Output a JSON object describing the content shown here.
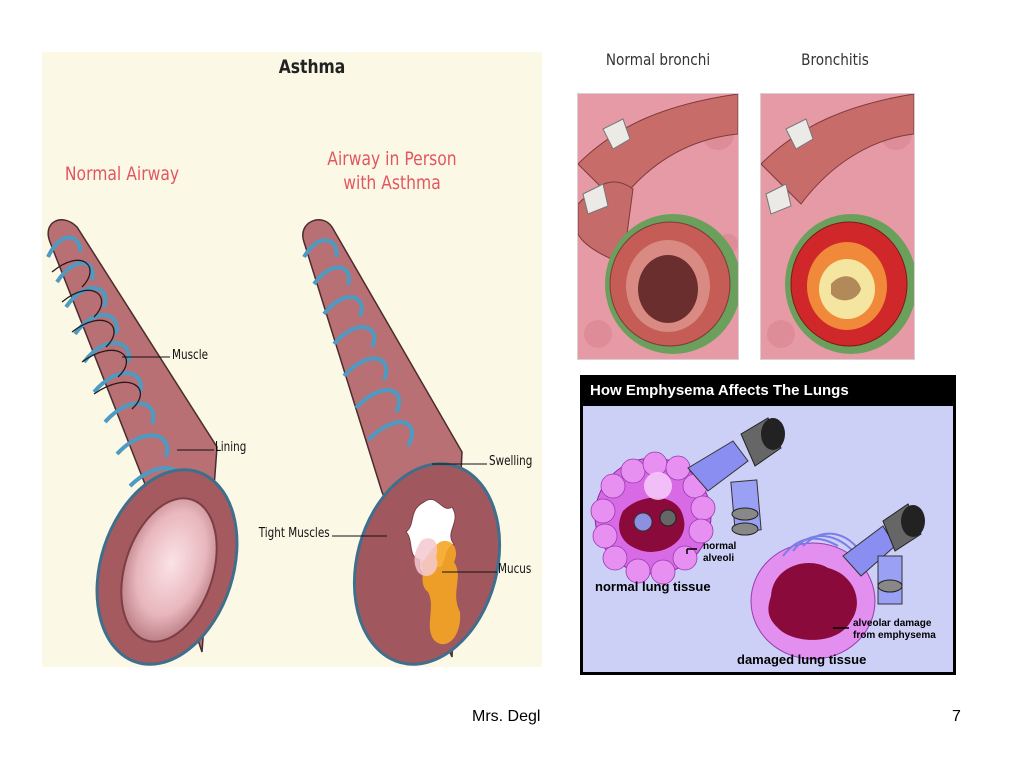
{
  "asthma": {
    "title": "Asthma",
    "normal_heading": "Normal Airway",
    "asthma_heading_line1": "Airway in Person",
    "asthma_heading_line2": "with Asthma",
    "labels": {
      "muscle": "Muscle",
      "lining": "Lining",
      "swelling": "Swelling",
      "tight_muscles": "Tight Muscles",
      "mucus": "Mucus"
    }
  },
  "bronchi": {
    "normal_label": "Normal bronchi",
    "bronchitis_label": "Bronchitis"
  },
  "emphysema": {
    "title": "How Emphysema Affects The Lungs",
    "normal_alveoli_line1": "normal",
    "normal_alveoli_line2": "alveoli",
    "normal_tissue": "normal lung tissue",
    "damage_line1": "alveolar damage",
    "damage_line2": "from emphysema",
    "damaged_tissue": "damaged lung tissue"
  },
  "footer": {
    "author": "Mrs. Degl",
    "page_number": "7"
  },
  "colors": {
    "airway_tube": "#b87074",
    "airway_spiral": "#4d9ac2",
    "heading_red": "#e25660",
    "emphysema_bg": "#ccd0f6",
    "alveoli_purple": "#d86ae6"
  }
}
